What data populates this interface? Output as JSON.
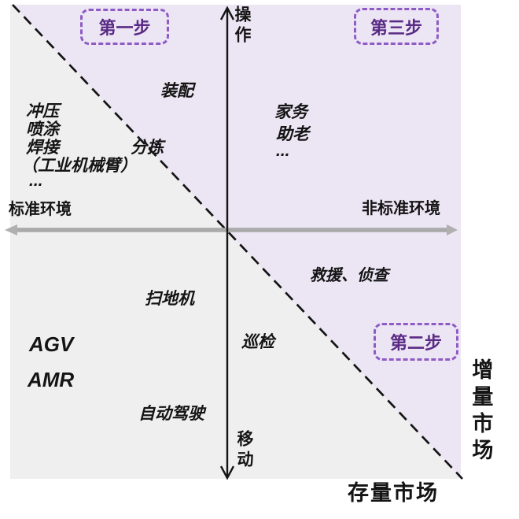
{
  "colors": {
    "purple_fill": "#ece5f4",
    "gray_fill": "#f0eff0",
    "step_border": "#8e5bc4",
    "step_text": "#5a2b85",
    "axis_gray": "#a9a9a9",
    "ink": "#141414"
  },
  "axes": {
    "vertical_top": "操作",
    "vertical_bottom": "移动",
    "horizontal_left": "标准环境",
    "horizontal_right": "非标准环境"
  },
  "steps": [
    {
      "id": "step1",
      "label": "第一步"
    },
    {
      "id": "step2",
      "label": "第二步"
    },
    {
      "id": "step3",
      "label": "第三步"
    }
  ],
  "items": {
    "assembly": "装配",
    "stamping": "冲压",
    "spraying": "喷涂",
    "welding": "焊接",
    "industrial_arm": "（工业机械臂）",
    "ellipsis_left": "...",
    "sorting": "分拣",
    "housework": "家务",
    "elder_care": "助老",
    "ellipsis_right": "...",
    "rescue_recon": "救援、侦查",
    "sweeping_robot": "扫地机",
    "agv": "AGV",
    "amr": "AMR",
    "inspection": "巡检",
    "autonomous_driving": "自动驾驶"
  },
  "markets": {
    "incremental": "增量市场",
    "stock": "存量市场"
  }
}
